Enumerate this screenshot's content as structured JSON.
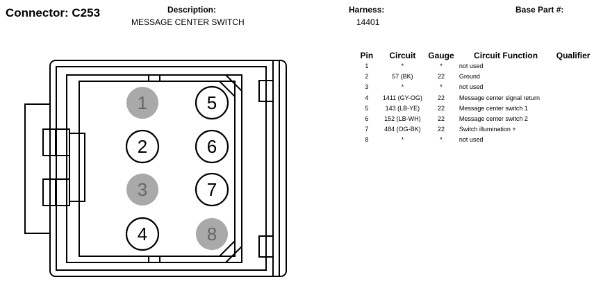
{
  "connector": {
    "title": "Connector: C253",
    "description_label": "Description:",
    "description": "MESSAGE CENTER SWITCH",
    "harness_label": "Harness:",
    "harness": "14401",
    "base_part_label": "Base Part #:"
  },
  "table": {
    "headers": {
      "pin": "Pin",
      "circuit": "Circuit",
      "gauge": "Gauge",
      "function": "Circuit Function",
      "qualifier": "Qualifier"
    },
    "rows": [
      {
        "pin": "1",
        "circuit": "*",
        "gauge": "*",
        "function": "not used"
      },
      {
        "pin": "2",
        "circuit": "57 (BK)",
        "gauge": "22",
        "function": "Ground"
      },
      {
        "pin": "3",
        "circuit": "*",
        "gauge": "*",
        "function": "not used"
      },
      {
        "pin": "4",
        "circuit": "1411 (GY-OG)",
        "gauge": "22",
        "function": "Message center signal return"
      },
      {
        "pin": "5",
        "circuit": "143 (LB-YE)",
        "gauge": "22",
        "function": "Message center switch 1"
      },
      {
        "pin": "6",
        "circuit": "152 (LB-WH)",
        "gauge": "22",
        "function": "Message center switch 2"
      },
      {
        "pin": "7",
        "circuit": "484 (OG-BK)",
        "gauge": "22",
        "function": "Switch illumination +"
      },
      {
        "pin": "8",
        "circuit": "*",
        "gauge": "*",
        "function": "not used"
      }
    ]
  },
  "diagram": {
    "pins": [
      {
        "label": "1",
        "used": false
      },
      {
        "label": "2",
        "used": true
      },
      {
        "label": "3",
        "used": false
      },
      {
        "label": "4",
        "used": true
      },
      {
        "label": "5",
        "used": true
      },
      {
        "label": "6",
        "used": true
      },
      {
        "label": "7",
        "used": true
      },
      {
        "label": "8",
        "used": false
      }
    ],
    "colors": {
      "unused_fill": "#a9a9a9",
      "used_fill": "#ffffff",
      "outline": "#000000"
    }
  }
}
